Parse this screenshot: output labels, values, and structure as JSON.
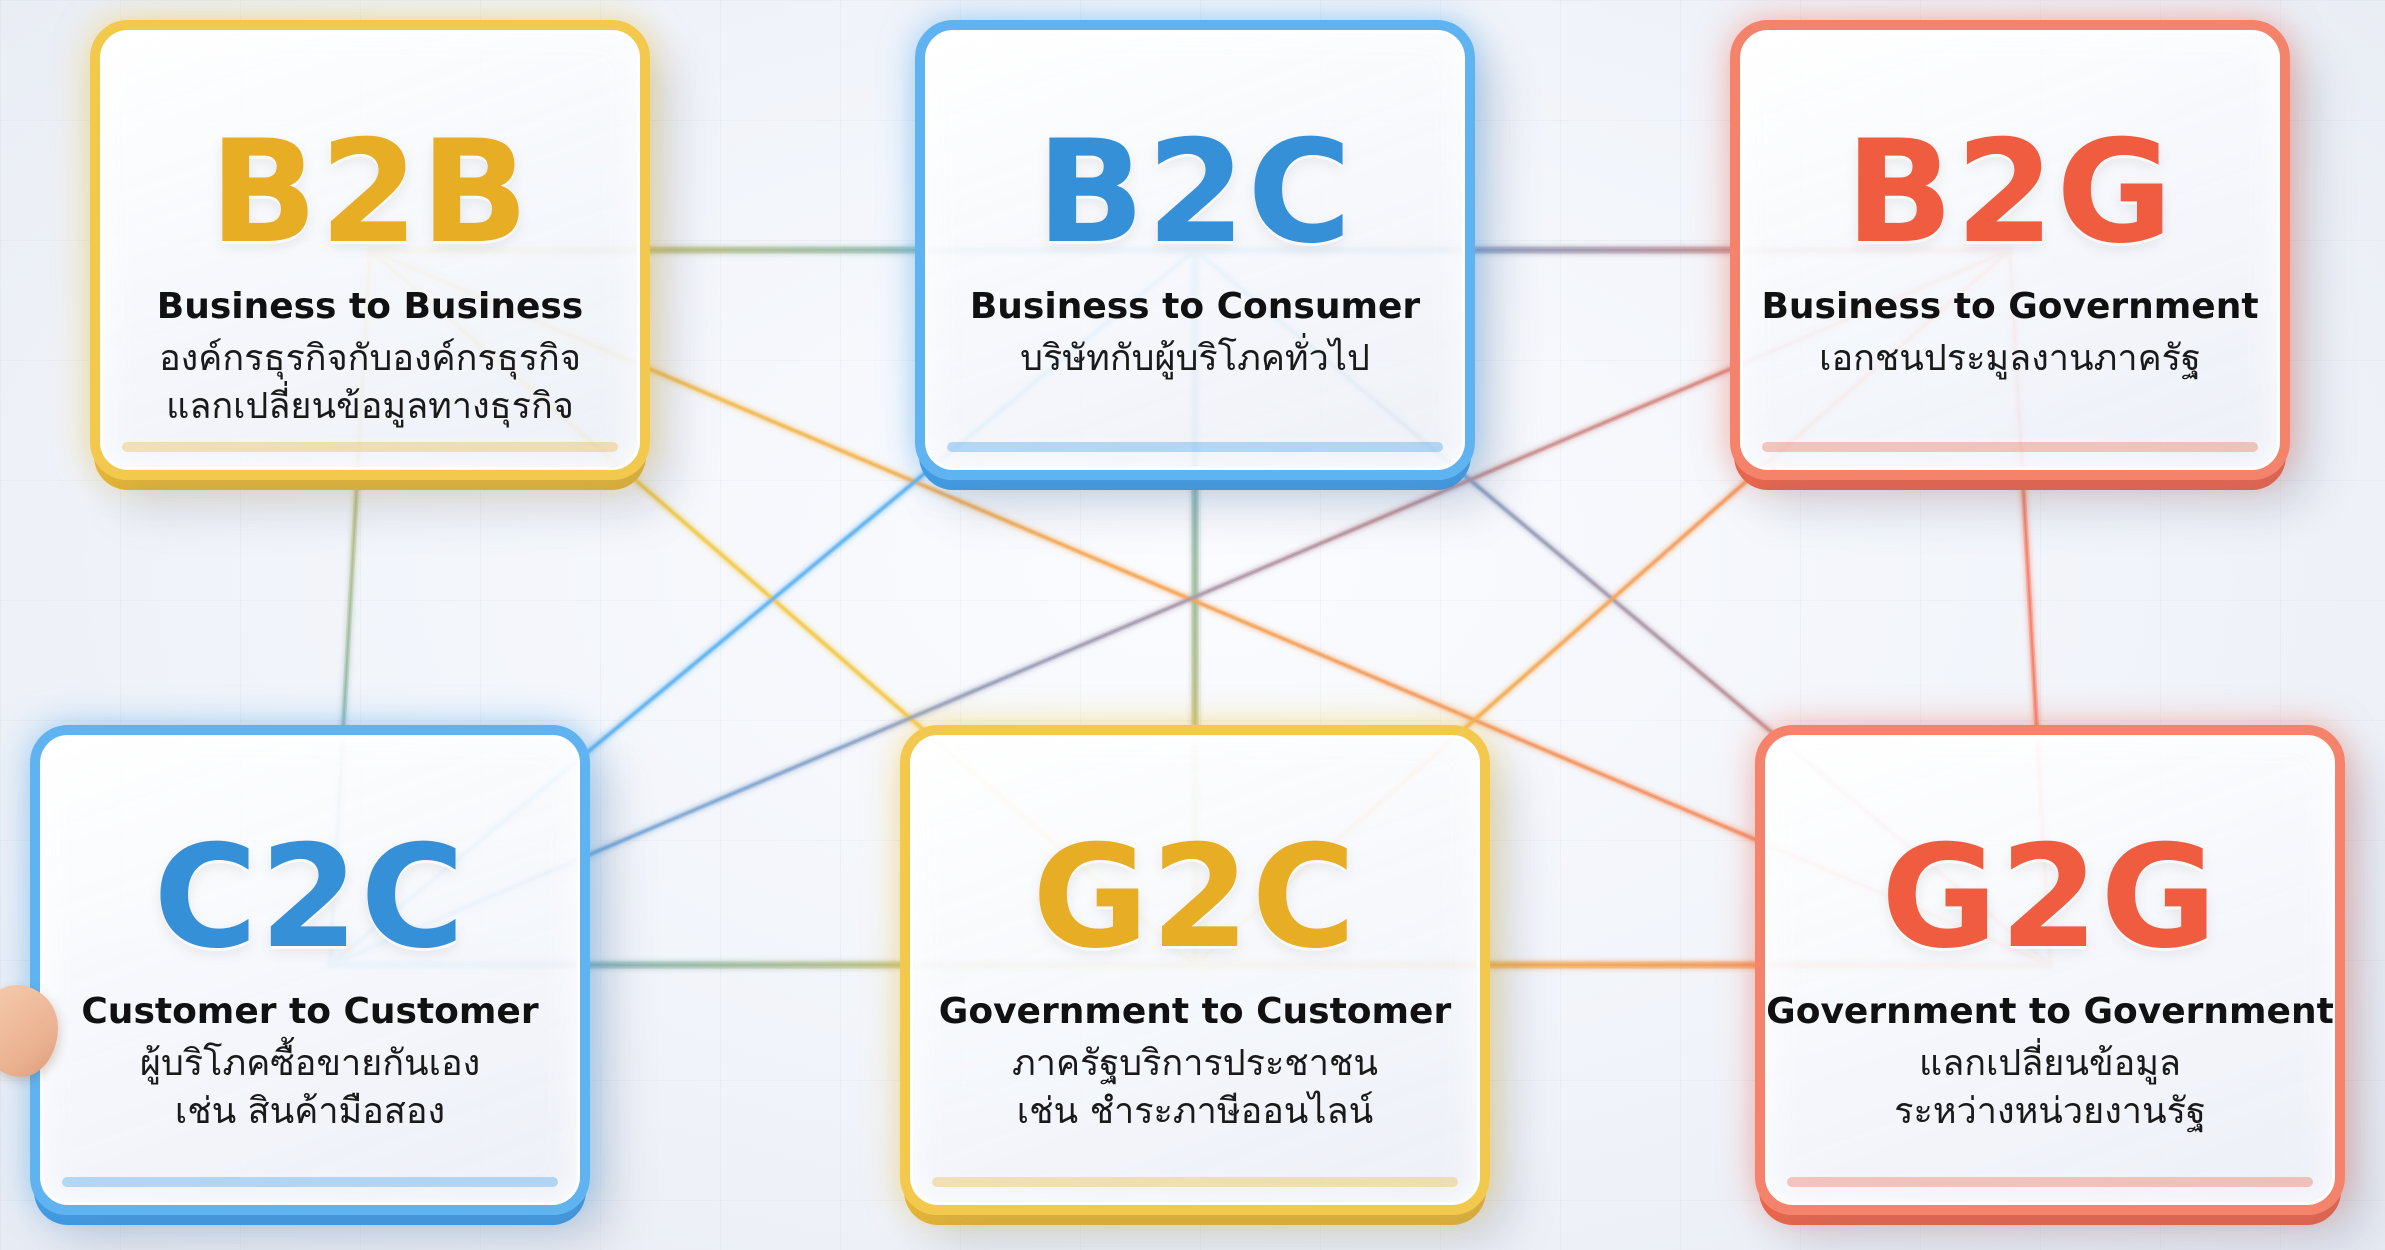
{
  "nodes": [
    {
      "id": "b2b",
      "acronym": "B2B",
      "full_name": "Business to Business",
      "description": [
        "องค์กรธุรกิจกับองค์กรธุรกิจ",
        "แลกเปลี่ยนข้อมูลทางธุรกิจ"
      ],
      "color": "#f2c94c"
    },
    {
      "id": "b2c",
      "acronym": "B2C",
      "full_name": "Business to Consumer",
      "description": [
        "บริษัทกับผู้บริโภคทั่วไป"
      ],
      "color": "#5fb3f0"
    },
    {
      "id": "b2g",
      "acronym": "B2G",
      "full_name": "Business to Government",
      "description": [
        "เอกชนประมูลงานภาครัฐ"
      ],
      "color": "#f5826a"
    },
    {
      "id": "c2c",
      "acronym": "C2C",
      "full_name": "Customer to Customer",
      "description": [
        "ผู้บริโภคซื้อขายกันเอง",
        "เช่น สินค้ามือสอง"
      ],
      "color": "#5fb3f0"
    },
    {
      "id": "g2c",
      "acronym": "G2C",
      "full_name": "Government to Customer",
      "description": [
        "ภาครัฐบริการประชาชน",
        "เช่น ชำระภาษีออนไลน์"
      ],
      "color": "#f2c94c"
    },
    {
      "id": "g2g",
      "acronym": "G2G",
      "full_name": "Government to Government",
      "description": [
        "แลกเปลี่ยนข้อมูล",
        "ระหว่างหน่วยงานรัฐ"
      ],
      "color": "#f5826a"
    }
  ],
  "edges": [
    {
      "from": "b2b",
      "to": "b2c"
    },
    {
      "from": "b2c",
      "to": "b2g"
    },
    {
      "from": "c2c",
      "to": "g2c"
    },
    {
      "from": "g2c",
      "to": "g2g"
    },
    {
      "from": "b2b",
      "to": "c2c"
    },
    {
      "from": "b2c",
      "to": "g2c"
    },
    {
      "from": "b2g",
      "to": "g2g"
    },
    {
      "from": "b2b",
      "to": "g2c"
    },
    {
      "from": "b2b",
      "to": "g2g"
    },
    {
      "from": "b2c",
      "to": "c2c"
    },
    {
      "from": "b2c",
      "to": "g2g"
    },
    {
      "from": "b2g",
      "to": "c2c"
    },
    {
      "from": "b2g",
      "to": "g2c"
    }
  ]
}
